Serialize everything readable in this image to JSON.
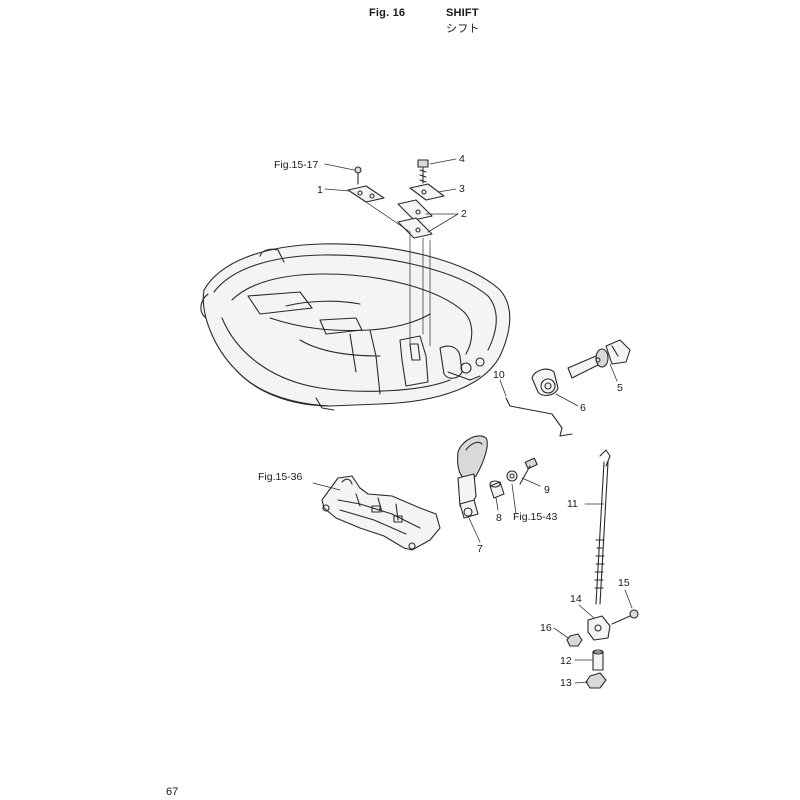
{
  "header": {
    "fig_label": "Fig. 16",
    "title": "SHIFT",
    "title_jp": "シフト"
  },
  "callouts": {
    "p1": "1",
    "p2": "2",
    "p3": "3",
    "p4": "4",
    "p5": "5",
    "p6": "6",
    "p7": "7",
    "p8": "8",
    "p9": "9",
    "p10": "10",
    "p11": "11",
    "p12": "12",
    "p13": "13",
    "p14": "14",
    "p15": "15",
    "p16": "16",
    "ref_15_17": "Fig.15-17",
    "ref_15_36": "Fig.15-36",
    "ref_15_43": "Fig.15-43"
  },
  "page_number": "67"
}
